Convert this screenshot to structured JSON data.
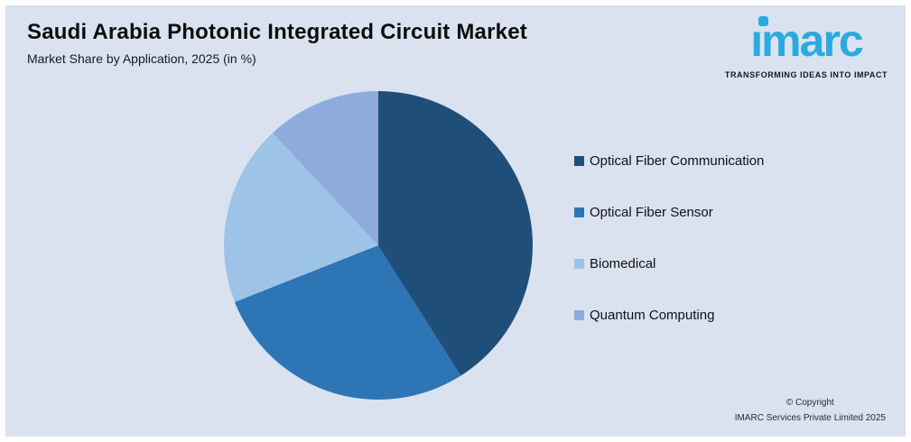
{
  "header": {
    "title": "Saudi Arabia Photonic Integrated Circuit Market",
    "subtitle": "Market Share by Application, 2025 (in %)"
  },
  "logo": {
    "brand_text": "ımarc",
    "brand_name": "imarc",
    "tagline": "TRANSFORMING IDEAS INTO IMPACT",
    "brand_color": "#29ABE2"
  },
  "chart_data": {
    "type": "pie",
    "title": "Saudi Arabia Photonic Integrated Circuit Market",
    "subtitle": "Market Share by Application, 2025 (in %)",
    "categories": [
      "Optical Fiber Communication",
      "Optical Fiber Sensor",
      "Biomedical",
      "Quantum Computing"
    ],
    "values": [
      41,
      28,
      19,
      12
    ],
    "colors": [
      "#1F4E79",
      "#2E75B6",
      "#9DC3E6",
      "#8FAADC"
    ],
    "start_angle_deg": 0,
    "direction": "clockwise",
    "legend_position": "right",
    "data_labels_shown": false
  },
  "footer": {
    "line1": "© Copyright",
    "line2": "IMARC Services Private Limited 2025"
  },
  "colors": {
    "panel_background": "#DAE2F0",
    "outer_frame": "#FFFFFF",
    "title_text": "#0D0D0D"
  }
}
